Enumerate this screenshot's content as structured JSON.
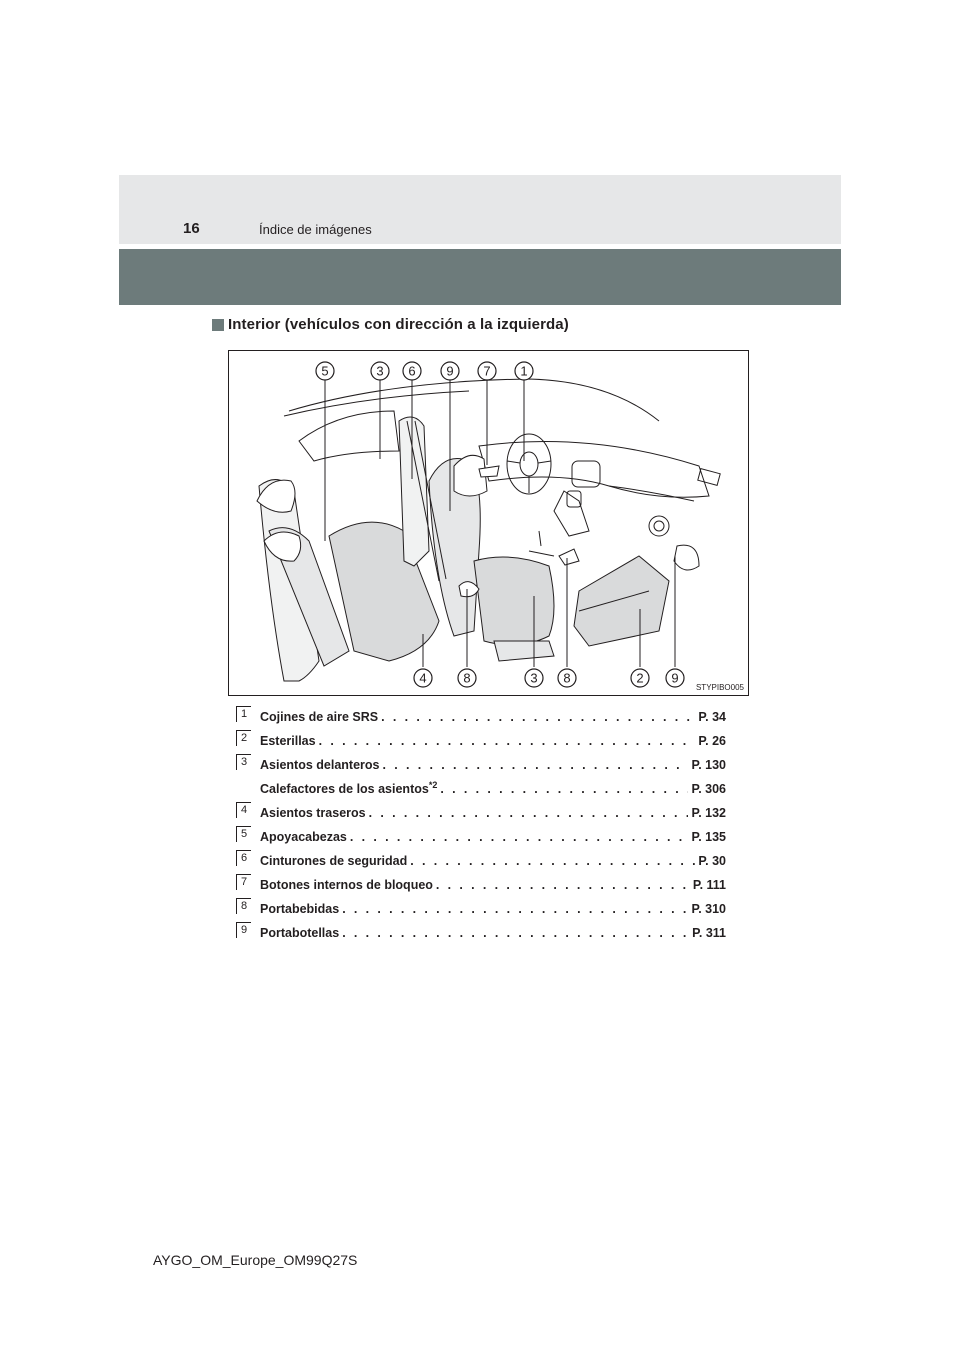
{
  "header": {
    "page_number": "16",
    "section_title": "Índice de imágenes"
  },
  "subheading": "Interior (vehículos con dirección a la izquierda)",
  "figure": {
    "code": "STYPIBO005",
    "top_callouts": [
      "5",
      "3",
      "6",
      "9",
      "7",
      "1"
    ],
    "bottom_callouts": [
      "4",
      "8",
      "3",
      "8",
      "2",
      "9"
    ]
  },
  "items": [
    {
      "num": "1",
      "label": "Cojines de aire SRS",
      "sup": "",
      "ref": "P. 34"
    },
    {
      "num": "2",
      "label": "Esterillas",
      "sup": "",
      "ref": "P. 26"
    },
    {
      "num": "3",
      "label": "Asientos delanteros",
      "sup": "",
      "ref": "P. 130"
    },
    {
      "num": "",
      "label": "Calefactores de los asientos",
      "sup": "*2",
      "ref": "P. 306"
    },
    {
      "num": "4",
      "label": "Asientos traseros",
      "sup": "",
      "ref": "P. 132"
    },
    {
      "num": "5",
      "label": "Apoyacabezas",
      "sup": "",
      "ref": "P. 135"
    },
    {
      "num": "6",
      "label": "Cinturones de seguridad",
      "sup": "",
      "ref": "P. 30"
    },
    {
      "num": "7",
      "label": "Botones internos de bloqueo",
      "sup": "",
      "ref": "P. 111"
    },
    {
      "num": "8",
      "label": "Portabebidas",
      "sup": "",
      "ref": "P. 310"
    },
    {
      "num": "9",
      "label": "Portabotellas",
      "sup": "",
      "ref": "P. 311"
    }
  ],
  "footer": "AYGO_OM_Europe_OM99Q27S"
}
